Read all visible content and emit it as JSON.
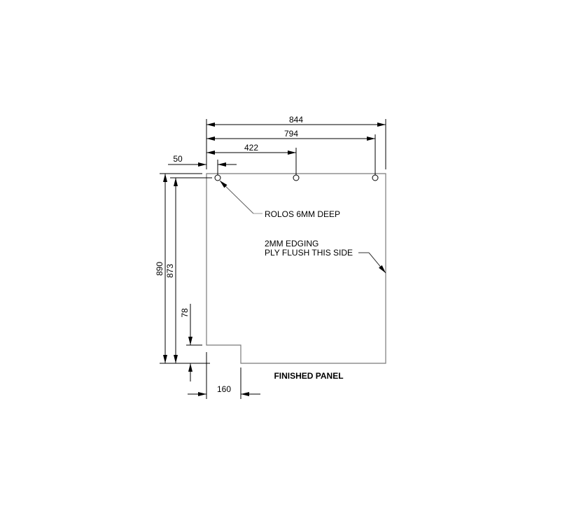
{
  "drawing": {
    "title": "FINISHED PANEL",
    "units": "mm",
    "colors": {
      "outline": "#7a7a7a",
      "dimension": "#000000",
      "leader": "#606060",
      "background": "#ffffff"
    },
    "dimensions": {
      "overall_width": "844",
      "hole_span": "794",
      "center_hole": "422",
      "hole_offset": "50",
      "overall_height": "890",
      "hole_to_bottom": "873",
      "notch_height": "78",
      "notch_width": "160"
    },
    "notes": {
      "holes": "ROLOS 6MM DEEP",
      "edging_line1": "2MM EDGING",
      "edging_line2": "PLY FLUSH THIS SIDE"
    },
    "holes": [
      {
        "label": "hole-1"
      },
      {
        "label": "hole-2"
      },
      {
        "label": "hole-3"
      }
    ]
  }
}
